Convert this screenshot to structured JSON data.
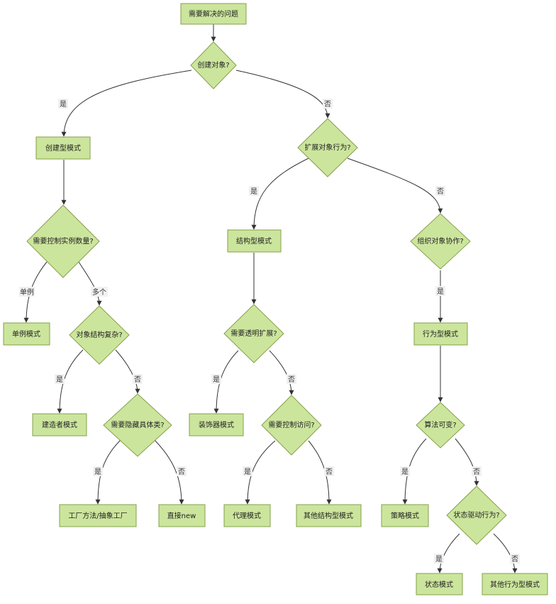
{
  "nodes": {
    "start": "需要解决的问题",
    "q_create": "创建对象?",
    "creational": "创建型模式",
    "q_instance_count": "需要控制实例数量?",
    "singleton": "单例模式",
    "q_complex": "对象结构复杂?",
    "builder": "建造者模式",
    "q_hide_class": "需要隐藏具体类?",
    "factory": "工厂方法/抽象工厂",
    "direct_new": "直接new",
    "q_extend": "扩展对象行为?",
    "structural": "结构型模式",
    "q_transparent": "需要透明扩展?",
    "decorator": "装饰器模式",
    "q_access": "需要控制访问?",
    "proxy": "代理模式",
    "other_structural": "其他结构型模式",
    "q_collab": "组织对象协作?",
    "behavioral": "行为型模式",
    "q_algorithm": "算法可变?",
    "strategy": "策略模式",
    "q_state": "状态驱动行为?",
    "state": "状态模式",
    "other_behavioral": "其他行为型模式"
  },
  "edge_labels": {
    "yes": "是",
    "no": "否",
    "single": "单例",
    "multiple": "多个"
  },
  "colors": {
    "node_fill": "#cce59d",
    "node_stroke": "#85a04a",
    "edge": "#333333",
    "label_bg": "#f1f1f1"
  }
}
